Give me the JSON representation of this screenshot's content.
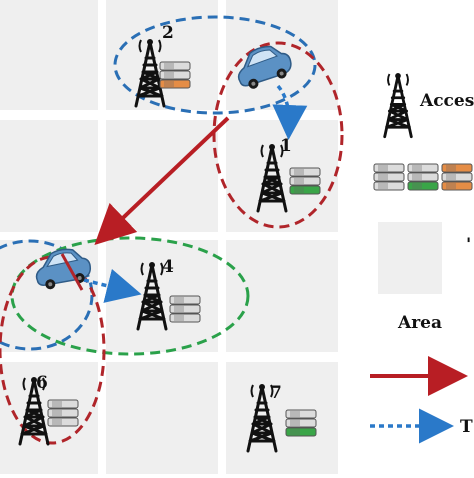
{
  "nodes": [
    {
      "id": "2",
      "label": "2",
      "servers": [
        "grey",
        "grey",
        "orange"
      ]
    },
    {
      "id": "1",
      "label": "1",
      "servers": [
        "grey",
        "grey",
        "green"
      ]
    },
    {
      "id": "4",
      "label": "4",
      "servers": [
        "grey",
        "grey",
        "grey"
      ]
    },
    {
      "id": "6",
      "label": "6",
      "servers": [
        "grey",
        "grey",
        "grey"
      ]
    },
    {
      "id": "7",
      "label": "7",
      "servers": [
        "grey",
        "grey",
        "green"
      ]
    }
  ],
  "legend": {
    "access_label": "Access",
    "area_label": "Area",
    "cut_label_right": "'",
    "task_label_partial": "T"
  },
  "colors": {
    "grid_cell": "#efefef",
    "red_dashed": "#b0252a",
    "blue_dashed": "#2a6fb5",
    "green_dashed": "#2aa14a",
    "arrow_red": "#b81e24",
    "arrow_blue": "#2a79c9",
    "server_orange": "#e58d46",
    "server_green": "#3aa548",
    "server_grey": "#dcdcdc"
  },
  "icons": [
    "tower-icon",
    "server-stack-icon",
    "car-icon"
  ]
}
